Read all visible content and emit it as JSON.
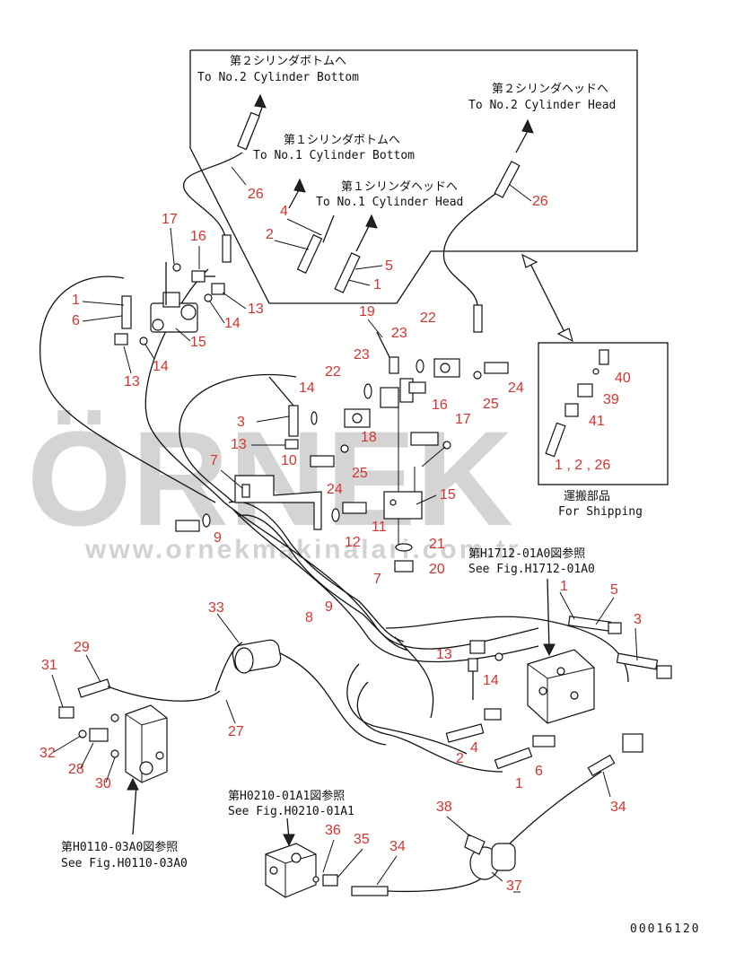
{
  "watermark": {
    "brand": "ÖRNEK",
    "url": "www.ornekmakinalari.com.tr"
  },
  "notes": {
    "cyl2_bottom_jp": "第２シリンダボトムへ",
    "cyl2_bottom_en": "To No.2 Cylinder Bottom",
    "cyl1_bottom_jp": "第１シリンダボトムへ",
    "cyl1_bottom_en": "To No.1 Cylinder Bottom",
    "cyl1_head_jp": "第１シリンダヘッドへ",
    "cyl1_head_en": "To No.1 Cylinder Head",
    "cyl2_head_jp": "第２シリンダヘッドへ",
    "cyl2_head_en": "To No.2 Cylinder Head",
    "shipping_jp": "運搬部品",
    "shipping_en": "For Shipping",
    "shipping_parts": "1 , 2 , 26",
    "ref_h1712_jp": "第H1712-01A0図参照",
    "ref_h1712_en": "See Fig.H1712-01A0",
    "ref_h0210_jp": "第H0210-01A1図参照",
    "ref_h0210_en": "See Fig.H0210-01A1",
    "ref_h0110_jp": "第H0110-03A0図参照",
    "ref_h0110_en": "See Fig.H0110-03A0",
    "drawing_no": "00016120"
  },
  "callouts": {
    "c26a": "26",
    "c26b": "26",
    "c4a": "4",
    "c2a": "2",
    "c5a": "5",
    "c1a": "1",
    "c17a": "17",
    "c16a": "16",
    "c1b": "1",
    "c6a": "6",
    "c13a": "13",
    "c14a": "14",
    "c15a": "15",
    "c14b": "14",
    "c13b": "13",
    "c19": "19",
    "c23a": "23",
    "c22a": "22",
    "c23b": "23",
    "c24a": "24",
    "c25a": "25",
    "c22b": "22",
    "c14c": "14",
    "c18": "18",
    "c16b": "16",
    "c17b": "17",
    "c3a": "3",
    "c13c": "13",
    "c10": "10",
    "c24b": "24",
    "c25b": "25",
    "c7a": "7",
    "c15b": "15",
    "c9a": "9",
    "c11": "11",
    "c12": "12",
    "c21": "21",
    "c20": "20",
    "c40": "40",
    "c39": "39",
    "c41": "41",
    "c1c": "1",
    "c5b": "5",
    "c3b": "3",
    "c7b": "7",
    "c9b": "9",
    "c8": "8",
    "c33": "33",
    "c29": "29",
    "c31": "31",
    "c32": "32",
    "c28": "28",
    "c30": "30",
    "c27": "27",
    "c13d": "13",
    "c14d": "14",
    "c4b": "4",
    "c2b": "2",
    "c6b": "6",
    "c1d": "1",
    "c34a": "34",
    "c38": "38",
    "c37": "37",
    "c36": "36",
    "c35": "35",
    "c34b": "34"
  }
}
